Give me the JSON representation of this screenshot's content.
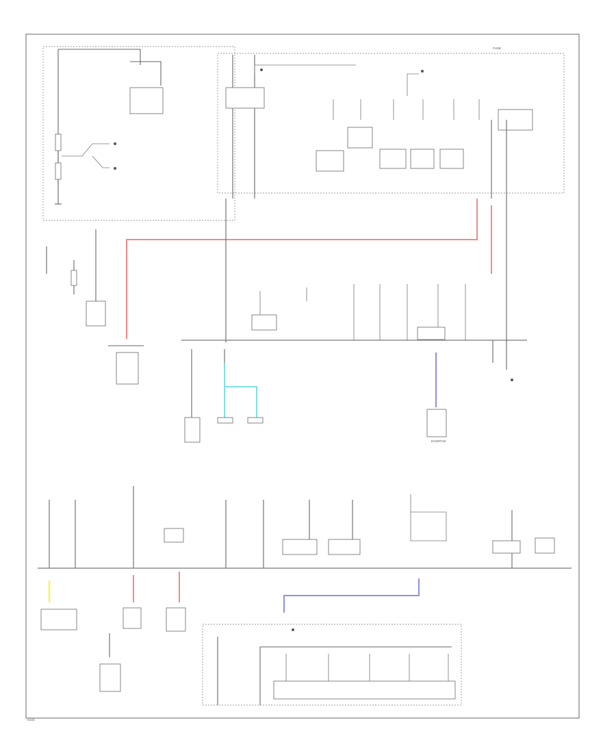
{
  "labels": {
    "ground_label": "G101",
    "fuse_label": "FUSE",
    "ecu_label": "ECM/PCM"
  },
  "colors": {
    "red_wire": "#f28a8a",
    "cyan_wire": "#7fe0e0",
    "blue_wire": "#8f8fe8",
    "yellow_wire": "#f5f08a"
  }
}
